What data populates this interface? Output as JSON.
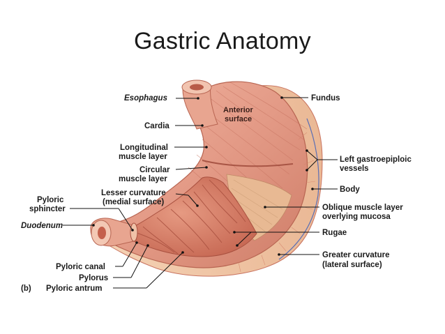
{
  "title": "Gastric Anatomy",
  "panel_letter": "(b)",
  "labels": {
    "esophagus": "Esophagus",
    "cardia": "Cardia",
    "longitudinal_1": "Longitudinal",
    "longitudinal_2": "muscle layer",
    "circular_1": "Circular",
    "circular_2": "muscle layer",
    "lesser_1": "Lesser curvature",
    "lesser_2": "(medial surface)",
    "pyloric_sph_1": "Pyloric",
    "pyloric_sph_2": "sphincter",
    "duodenum": "Duodenum",
    "pyloric_canal": "Pyloric canal",
    "pylorus": "Pylorus",
    "pyloric_antrum": "Pyloric antrum",
    "anterior_1": "Anterior",
    "anterior_2": "surface",
    "fundus": "Fundus",
    "left_gastro_1": "Left gastroepiploic",
    "left_gastro_2": "vessels",
    "body": "Body",
    "oblique_1": "Oblique muscle layer",
    "oblique_2": "overlying mucosa",
    "rugae": "Rugae",
    "greater_1": "Greater curvature",
    "greater_2": "(lateral surface)"
  },
  "colors": {
    "muscle": "#e39a86",
    "muscle_dark": "#c9735f",
    "outer_layer": "#f2c9a8",
    "mucosa": "#d9856f",
    "rugae": "#b8604f",
    "vessel": "#5b6fb5"
  }
}
